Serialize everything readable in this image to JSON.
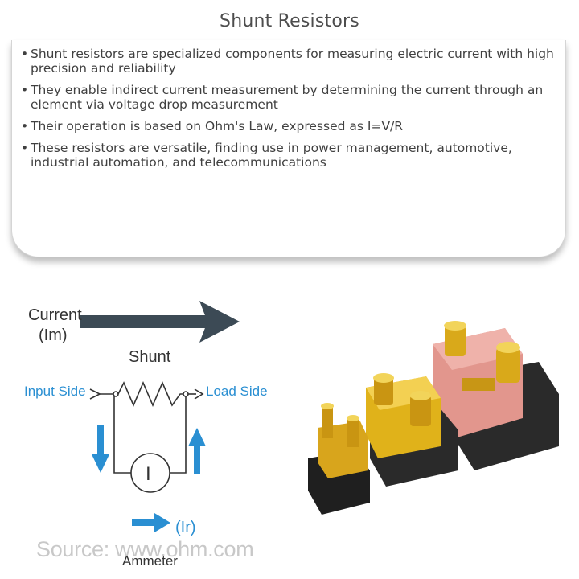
{
  "title": "Shunt Resistors",
  "bullets": [
    "Shunt resistors are specialized components for measuring electric current with high precision and reliability",
    "They enable indirect current measurement by determining the current through an element via voltage drop measurement",
    "Their operation is based on Ohm's Law, expressed as I=V/R",
    "These resistors are versatile, finding use in power management, automotive, industrial automation, and telecommunications"
  ],
  "diagram": {
    "current_label_line1": "Current",
    "current_label_line2": "(Im)",
    "shunt_label": "Shunt",
    "input_side_label": "Input Side",
    "load_side_label": "Load Side",
    "meter_symbol": "I",
    "ir_label": "(Ir)",
    "ammeter_label": "Ammeter",
    "source_text": "Source: www.ohm.com",
    "colors": {
      "blue": "#2a8fd2",
      "arrow_dark": "#3c4a55",
      "gold": "#d9a91a",
      "copper": "#e2968d",
      "base": "#2a2a2a"
    }
  }
}
